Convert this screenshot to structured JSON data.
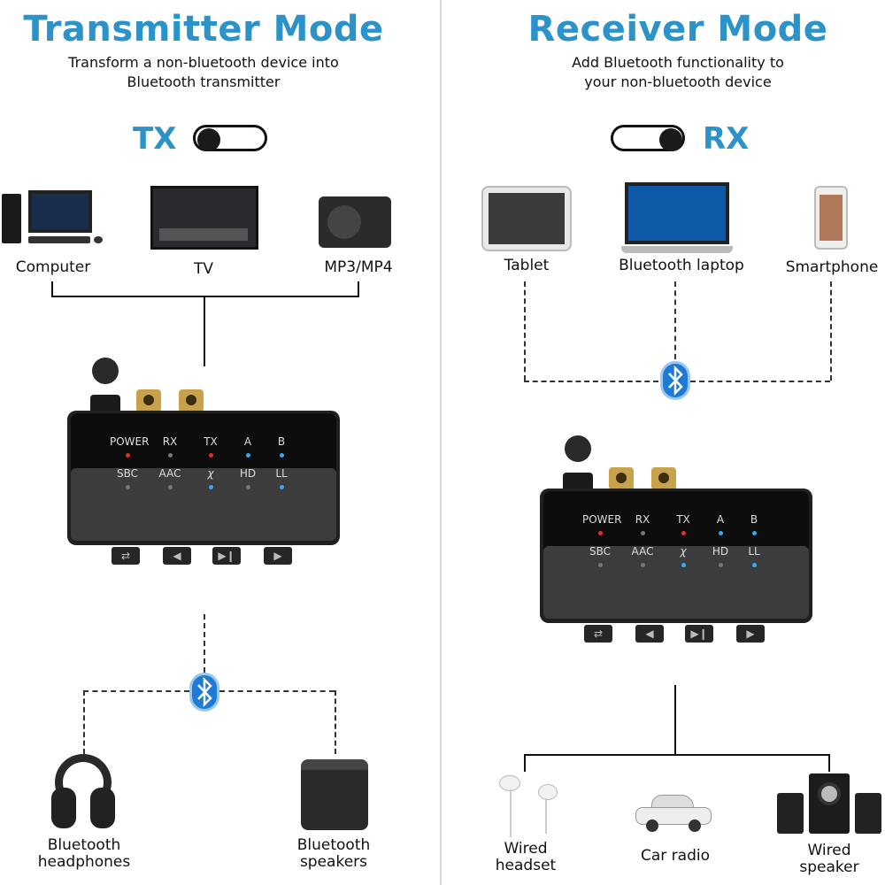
{
  "left": {
    "title": "Transmitter Mode",
    "subtitle_line1": "Transform a non-bluetooth device into",
    "subtitle_line2": "Bluetooth transmitter",
    "mode_label": "TX",
    "sources": [
      "Computer",
      "TV",
      "MP3/MP4"
    ],
    "outputs": [
      {
        "line1": "Bluetooth",
        "line2": "headphones"
      },
      {
        "line1": "Bluetooth",
        "line2": "speakers"
      }
    ]
  },
  "right": {
    "title": "Receiver Mode",
    "subtitle_line1": "Add Bluetooth functionality to",
    "subtitle_line2": "your non-bluetooth device",
    "mode_label": "RX",
    "sources": [
      "Tablet",
      "Bluetooth laptop",
      "Smartphone"
    ],
    "outputs": [
      {
        "line1": "Wired",
        "line2": "headset"
      },
      {
        "line1": "Car radio",
        "line2": ""
      },
      {
        "line1": "Wired",
        "line2": "speaker"
      }
    ]
  },
  "device": {
    "leds_row1": [
      "POWER",
      "RX",
      "TX",
      "A",
      "B"
    ],
    "leds_row2": [
      "SBC",
      "AAC",
      "χ",
      "HD",
      "LL"
    ],
    "buttons": [
      "⇄",
      "◀",
      "▶❙",
      "▶"
    ]
  },
  "icons": {
    "bluetooth": "bluetooth-icon",
    "toggle": "toggle-switch-icon"
  },
  "colors": {
    "accent": "#2b93c9",
    "bluetooth": "#1d7bd6",
    "led_red": "#e0302a",
    "led_blue": "#3aa8f0",
    "led_grey": "#777777"
  }
}
